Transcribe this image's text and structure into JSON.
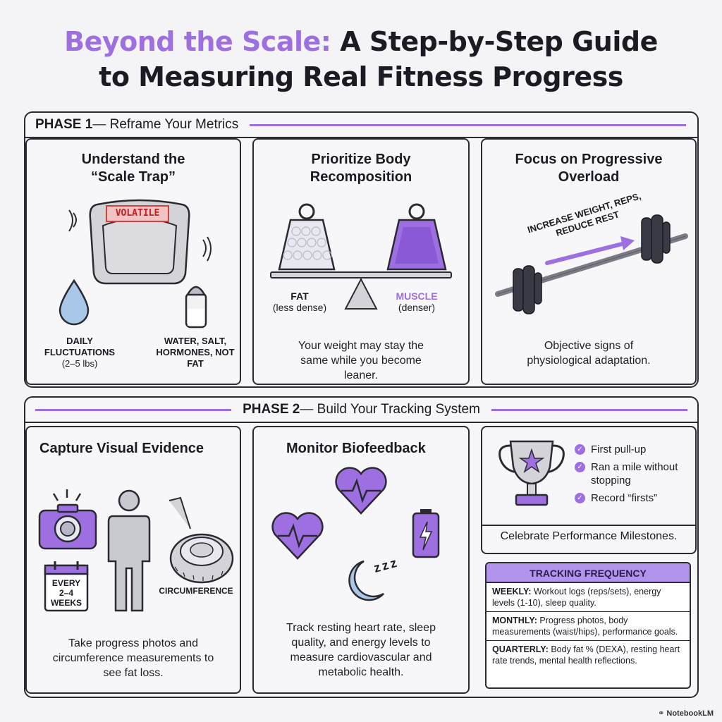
{
  "title": {
    "accent": "Beyond the Scale:",
    "rest_line1": " A Step-by-Step Guide",
    "line2": "to Measuring Real Fitness Progress"
  },
  "phase1": {
    "name": "PHASE 1",
    "subtitle": " — Reframe Your Metrics",
    "cards": [
      {
        "title": "Understand the “Scale Trap”",
        "badge": "VOLATILE",
        "drop_label": "DAILY FLUCTUATIONS",
        "drop_sub": "(2–5 lbs)",
        "salt_label": "WATER, SALT, HORMONES, NOT FAT"
      },
      {
        "title": "Prioritize Body Recomposition",
        "fat_label": "FAT",
        "fat_sub": "(less dense)",
        "muscle_label": "MUSCLE",
        "muscle_sub": "(denser)",
        "desc": "Your weight may stay the same while you become leaner."
      },
      {
        "title": "Focus on Progressive Overload",
        "arrow_text": "INCREASE WEIGHT, REPS, REDUCE REST",
        "desc": "Objective signs of physiological adaptation."
      }
    ]
  },
  "phase2": {
    "name": "PHASE 2",
    "subtitle": " — Build Your Tracking System",
    "cards": [
      {
        "title": "Capture Visual Evidence",
        "calendar_text": "EVERY 2–4 WEEKS",
        "tape_label": "CIRCUMFERENCE",
        "desc": "Take progress photos and circumference measurements to see fat loss."
      },
      {
        "title": "Monitor Biofeedback",
        "sleep_text": "z z z",
        "desc": "Track resting heart rate, sleep quality, and energy levels to measure cardiovascular and metabolic health."
      },
      {
        "milestones": [
          "First pull-up",
          "Ran a mile without stopping",
          "Record “firsts”"
        ],
        "caption": "Celebrate Performance Milestones."
      }
    ],
    "frequency": {
      "title": "TRACKING FREQUENCY",
      "rows": [
        {
          "period": "WEEKLY:",
          "text": " Workout logs (reps/sets), energy levels (1-10), sleep quality."
        },
        {
          "period": "MONTHLY:",
          "text": " Progress photos, body measurements (waist/hips), performance goals."
        },
        {
          "period": "QUARTERLY:",
          "text": " Body fat % (DEXA), resting heart rate trends, mental health reflections."
        }
      ]
    }
  },
  "footer": "NotebookLM",
  "colors": {
    "accent": "#9d6fe0",
    "accent_light": "#b394ec",
    "border": "#2a2a33",
    "water": "#a9c7e8"
  }
}
